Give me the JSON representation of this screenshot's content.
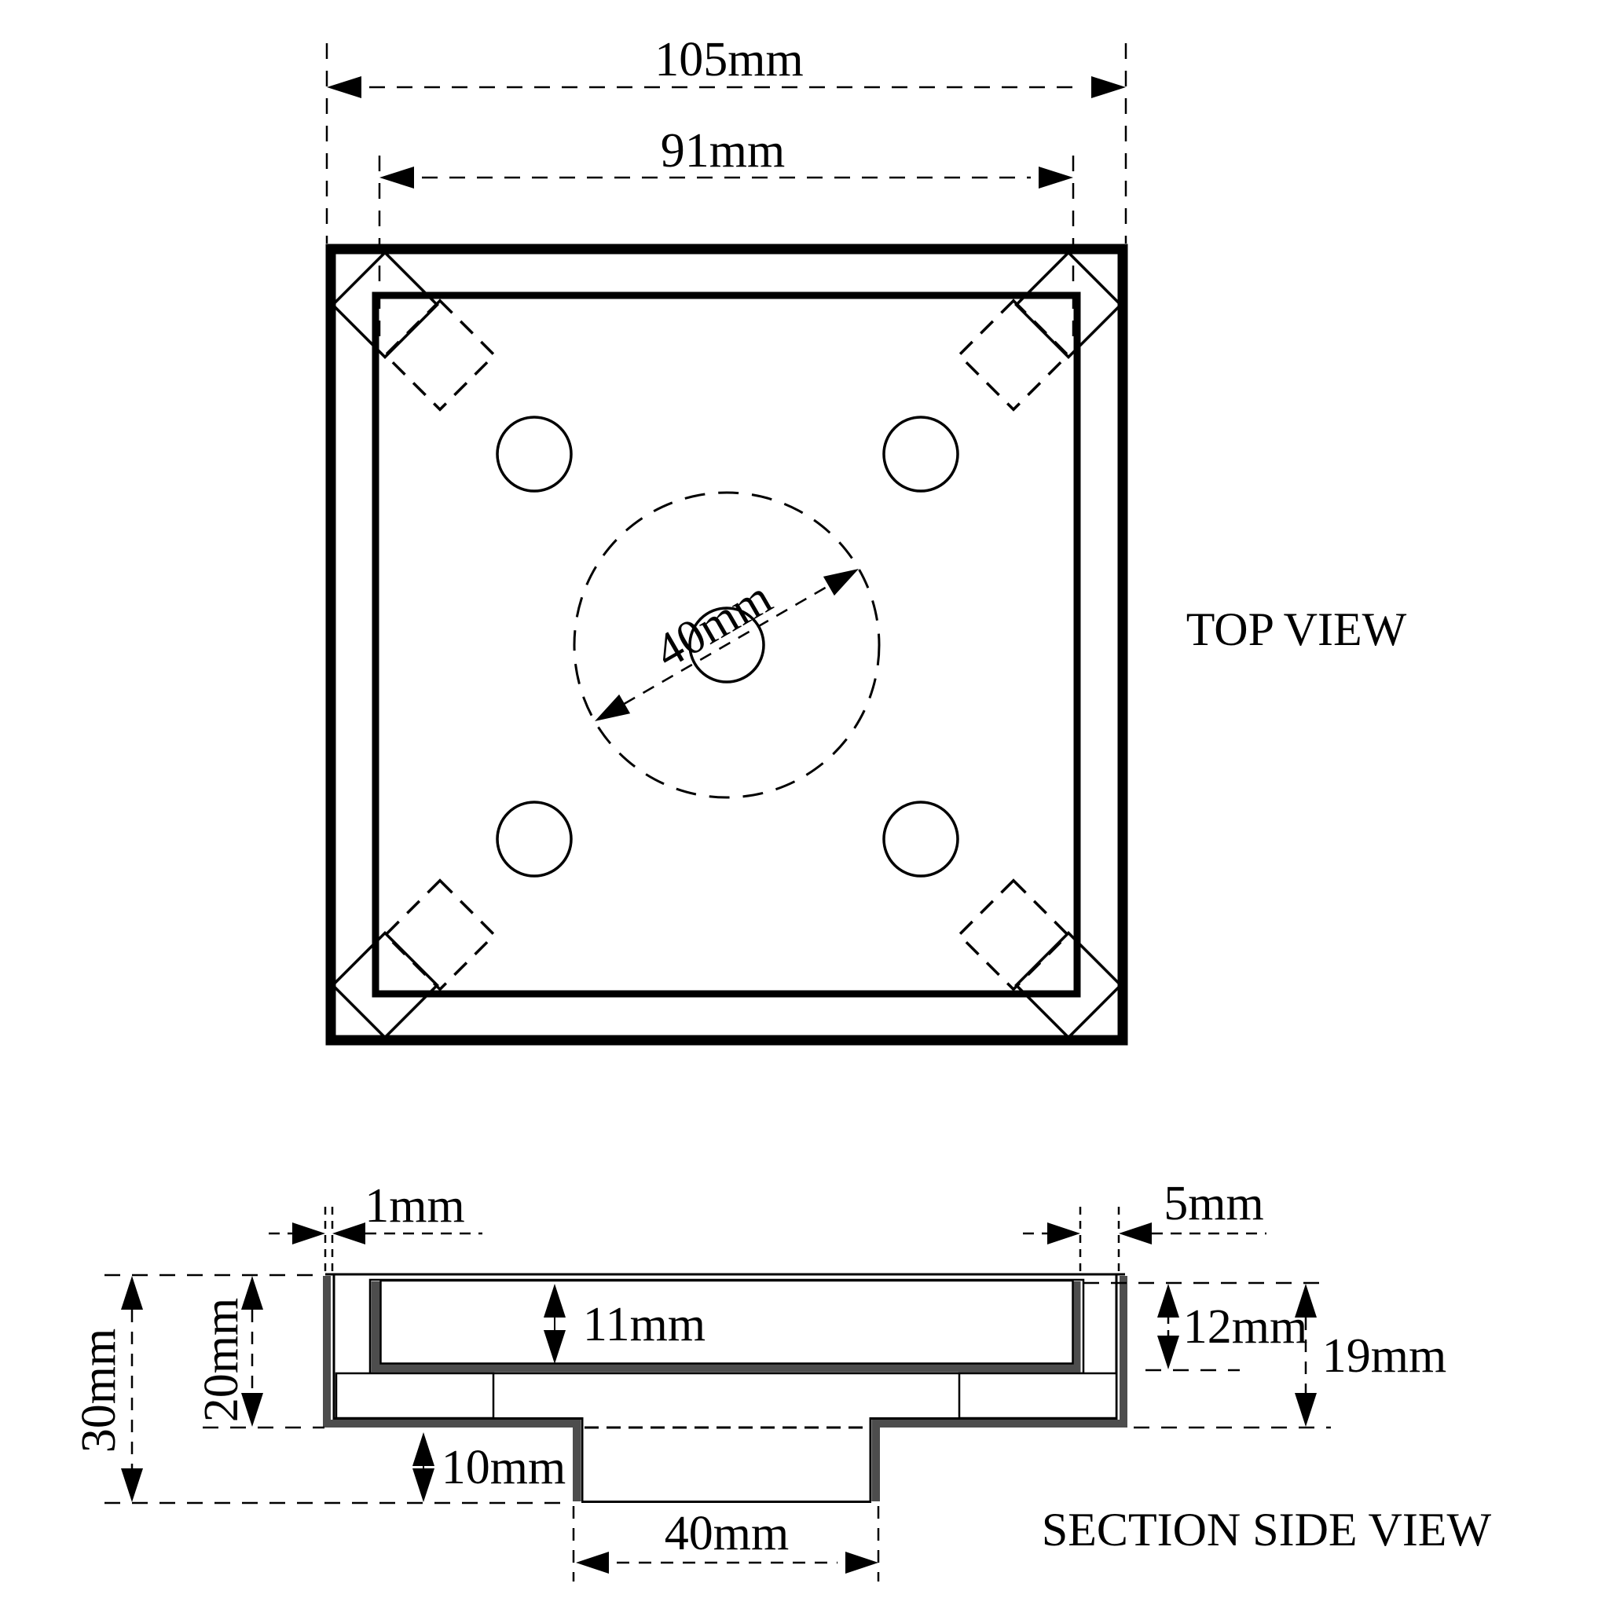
{
  "top_view": {
    "label": "TOP VIEW",
    "dim_outer": "105mm",
    "dim_inner": "91mm",
    "dim_circle": "40mm"
  },
  "section_view": {
    "label": "SECTION SIDE VIEW",
    "dim_lip": "1mm",
    "dim_offset": "5mm",
    "dim_recess_depth": "11mm",
    "dim_flange_depth": "12mm",
    "dim_body_depth": "19mm",
    "dim_cavity_height": "20mm",
    "dim_total_height": "30mm",
    "dim_outlet_height": "10mm",
    "dim_outlet_width": "40mm"
  },
  "colors": {
    "line": "#000000",
    "section_wall": "#4d4d4d",
    "background": "#ffffff"
  }
}
